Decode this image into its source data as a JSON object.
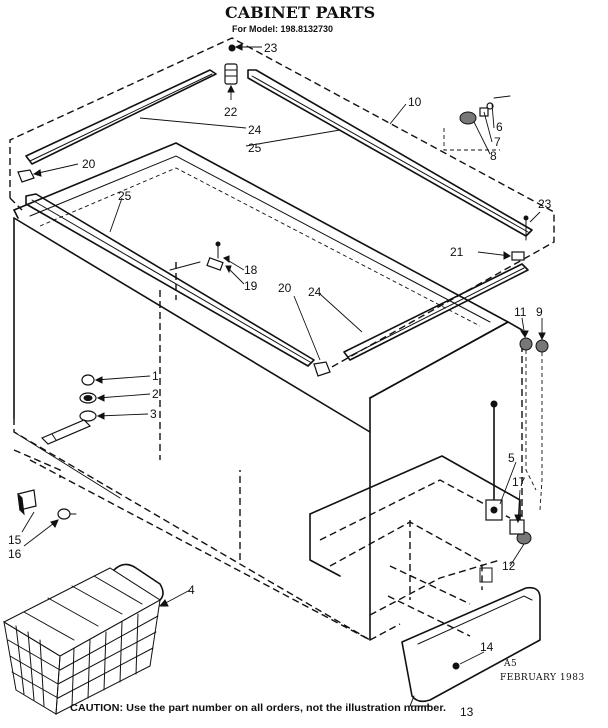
{
  "title": "CABINET PARTS",
  "model_line": "For Model: 198.8132730",
  "callouts": {
    "c1": "1",
    "c2": "2",
    "c3": "3",
    "c4": "4",
    "c5": "5",
    "c6": "6",
    "c7": "7",
    "c8": "8",
    "c9": "9",
    "c10": "10",
    "c11": "11",
    "c12": "12",
    "c13": "13",
    "c14": "14",
    "c15": "15",
    "c16": "16",
    "c17": "17",
    "c18": "18",
    "c19": "19",
    "c20": "20",
    "c21": "21",
    "c22": "22",
    "c23": "23",
    "c24": "24",
    "c25": "25"
  },
  "stamp_code": "A5",
  "stamp_date": "FEBRUARY 1983",
  "caution": "CAUTION: Use the part number on all orders, not the illustration number."
}
